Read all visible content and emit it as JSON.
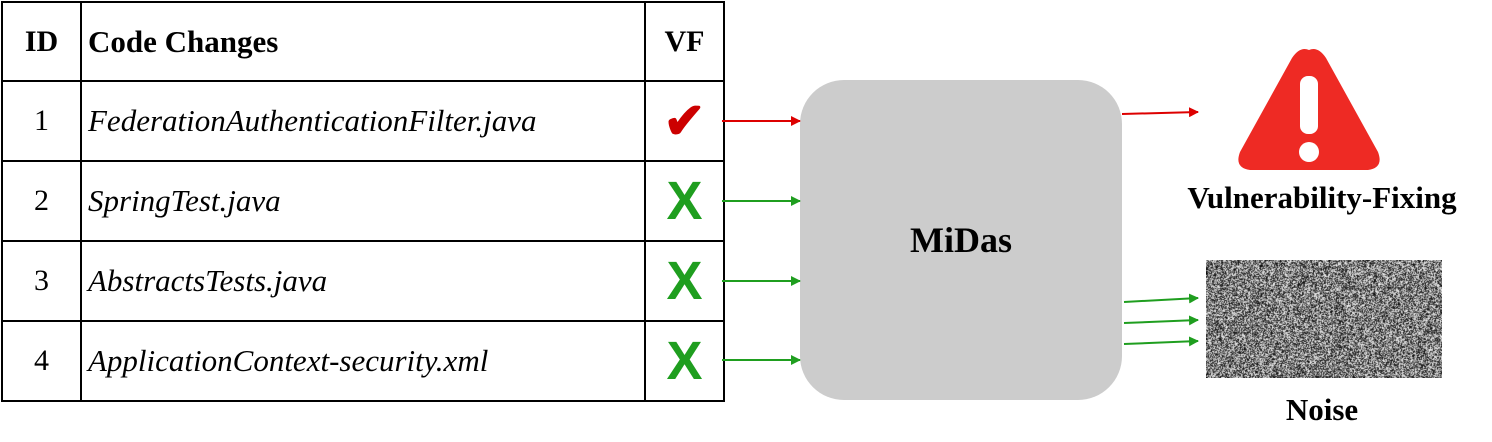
{
  "table": {
    "headers": {
      "id": "ID",
      "code": "Code Changes",
      "vf": "VF"
    },
    "rows": [
      {
        "id": "1",
        "file": "FederationAuthenticationFilter.java",
        "vf": "✔"
      },
      {
        "id": "2",
        "file": "SpringTest.java",
        "vf": "X"
      },
      {
        "id": "3",
        "file": "AbstractsTests.java",
        "vf": "X"
      },
      {
        "id": "4",
        "file": "ApplicationContext-security.xml",
        "vf": "X"
      }
    ]
  },
  "model": {
    "name": "MiDas"
  },
  "outputs": {
    "vulnerability_label": "Vulnerability-Fixing",
    "noise_label": "Noise"
  },
  "colors": {
    "vf_arrow": "#dd0000",
    "noise_arrow": "#1f9e1f",
    "warning": "#ee2a24",
    "box": "#cccccc"
  },
  "icons": {
    "warning": "warning-triangle-icon",
    "check": "check-icon",
    "cross": "cross-icon"
  }
}
